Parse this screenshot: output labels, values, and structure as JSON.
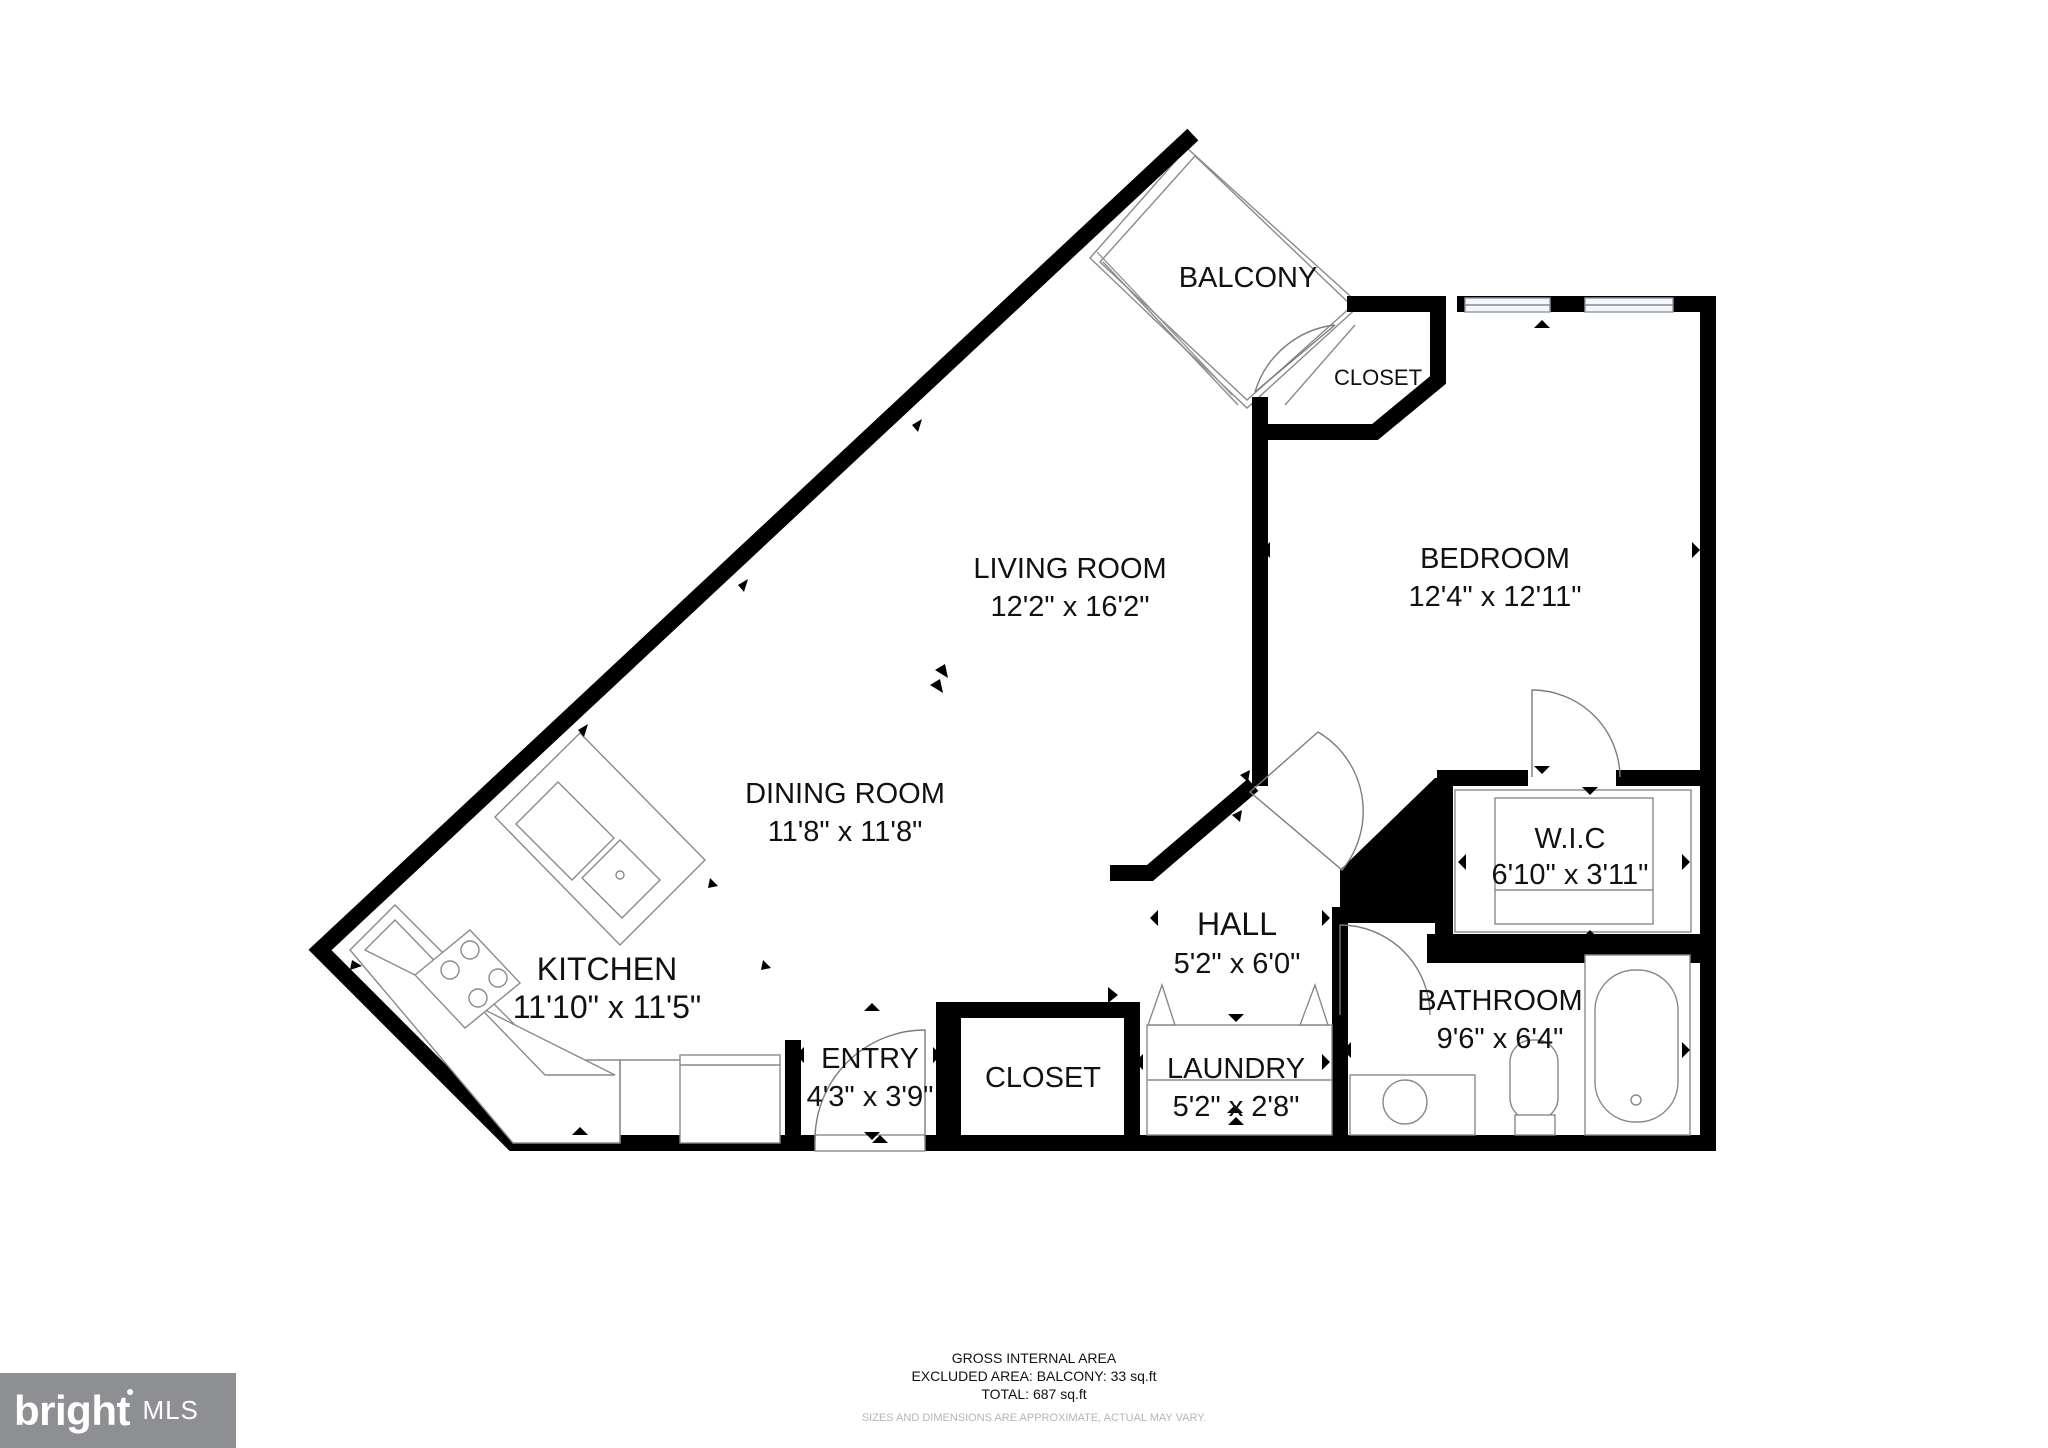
{
  "rooms": {
    "balcony": {
      "name": "BALCONY"
    },
    "closet_top": {
      "name": "CLOSET"
    },
    "living": {
      "name": "LIVING ROOM",
      "dims": "12'2\" x 16'2\""
    },
    "bedroom": {
      "name": "BEDROOM",
      "dims": "12'4\" x 12'11\""
    },
    "dining": {
      "name": "DINING ROOM",
      "dims": "11'8\" x 11'8\""
    },
    "wic": {
      "name": "W.I.C",
      "dims": "6'10\" x 3'11\""
    },
    "hall": {
      "name": "HALL",
      "dims": "5'2\" x 6'0\""
    },
    "kitchen": {
      "name": "KITCHEN",
      "dims": "11'10\" x 11'5\""
    },
    "bathroom": {
      "name": "BATHROOM",
      "dims": "9'6\" x 6'4\""
    },
    "entry": {
      "name": "ENTRY",
      "dims": "4'3\" x 3'9\""
    },
    "closet_entry": {
      "name": "CLOSET"
    },
    "laundry": {
      "name": "LAUNDRY",
      "dims": "5'2\" x 2'8\""
    }
  },
  "footer": {
    "line1": "GROSS INTERNAL AREA",
    "line2": "EXCLUDED AREA: BALCONY: 33 sq.ft",
    "line3": "TOTAL: 687 sq.ft",
    "disclaimer": "SIZES AND DIMENSIONS ARE APPROXIMATE, ACTUAL MAY VARY."
  },
  "logo": {
    "brand": "bright",
    "suffix": "MLS"
  }
}
